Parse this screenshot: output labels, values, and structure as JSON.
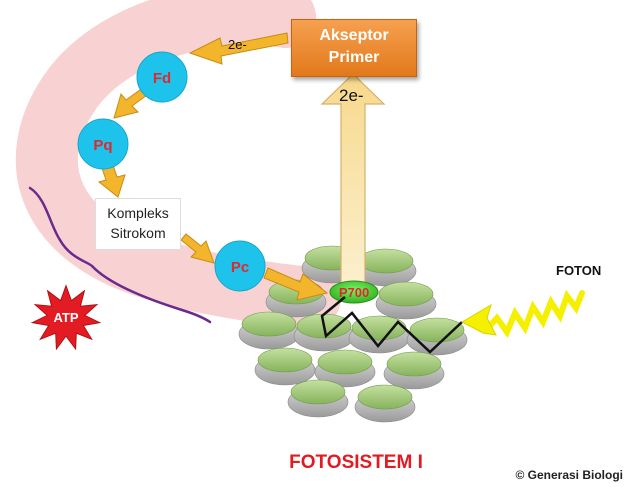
{
  "acceptor": {
    "line1": "Akseptor",
    "line2": "Primer"
  },
  "electron_top": "2e-",
  "electron_arrow": "2e-",
  "carriers": {
    "fd": "Fd",
    "pq": "Pq",
    "pc": "Pc"
  },
  "cytochrome": {
    "line1": "Kompleks",
    "line2": "Sitrokom"
  },
  "reaction_center": "P700",
  "photon_label": "FOTON",
  "atp_label": "ATP",
  "title": "FOTOSISTEM I",
  "credit": "© Generasi Biologi",
  "colors": {
    "carrier_fill": "#1ec3ec",
    "carrier_text": "#e0282e",
    "acceptor_fill": "#ed8b34",
    "pathway_band": "#f7caca",
    "flow_arrow": "#f2b52c",
    "photon_zigzag": "#f4f000",
    "atp_burst": "#e31c23",
    "bracket": "#6b2a8c",
    "title_red": "#e11b22"
  }
}
